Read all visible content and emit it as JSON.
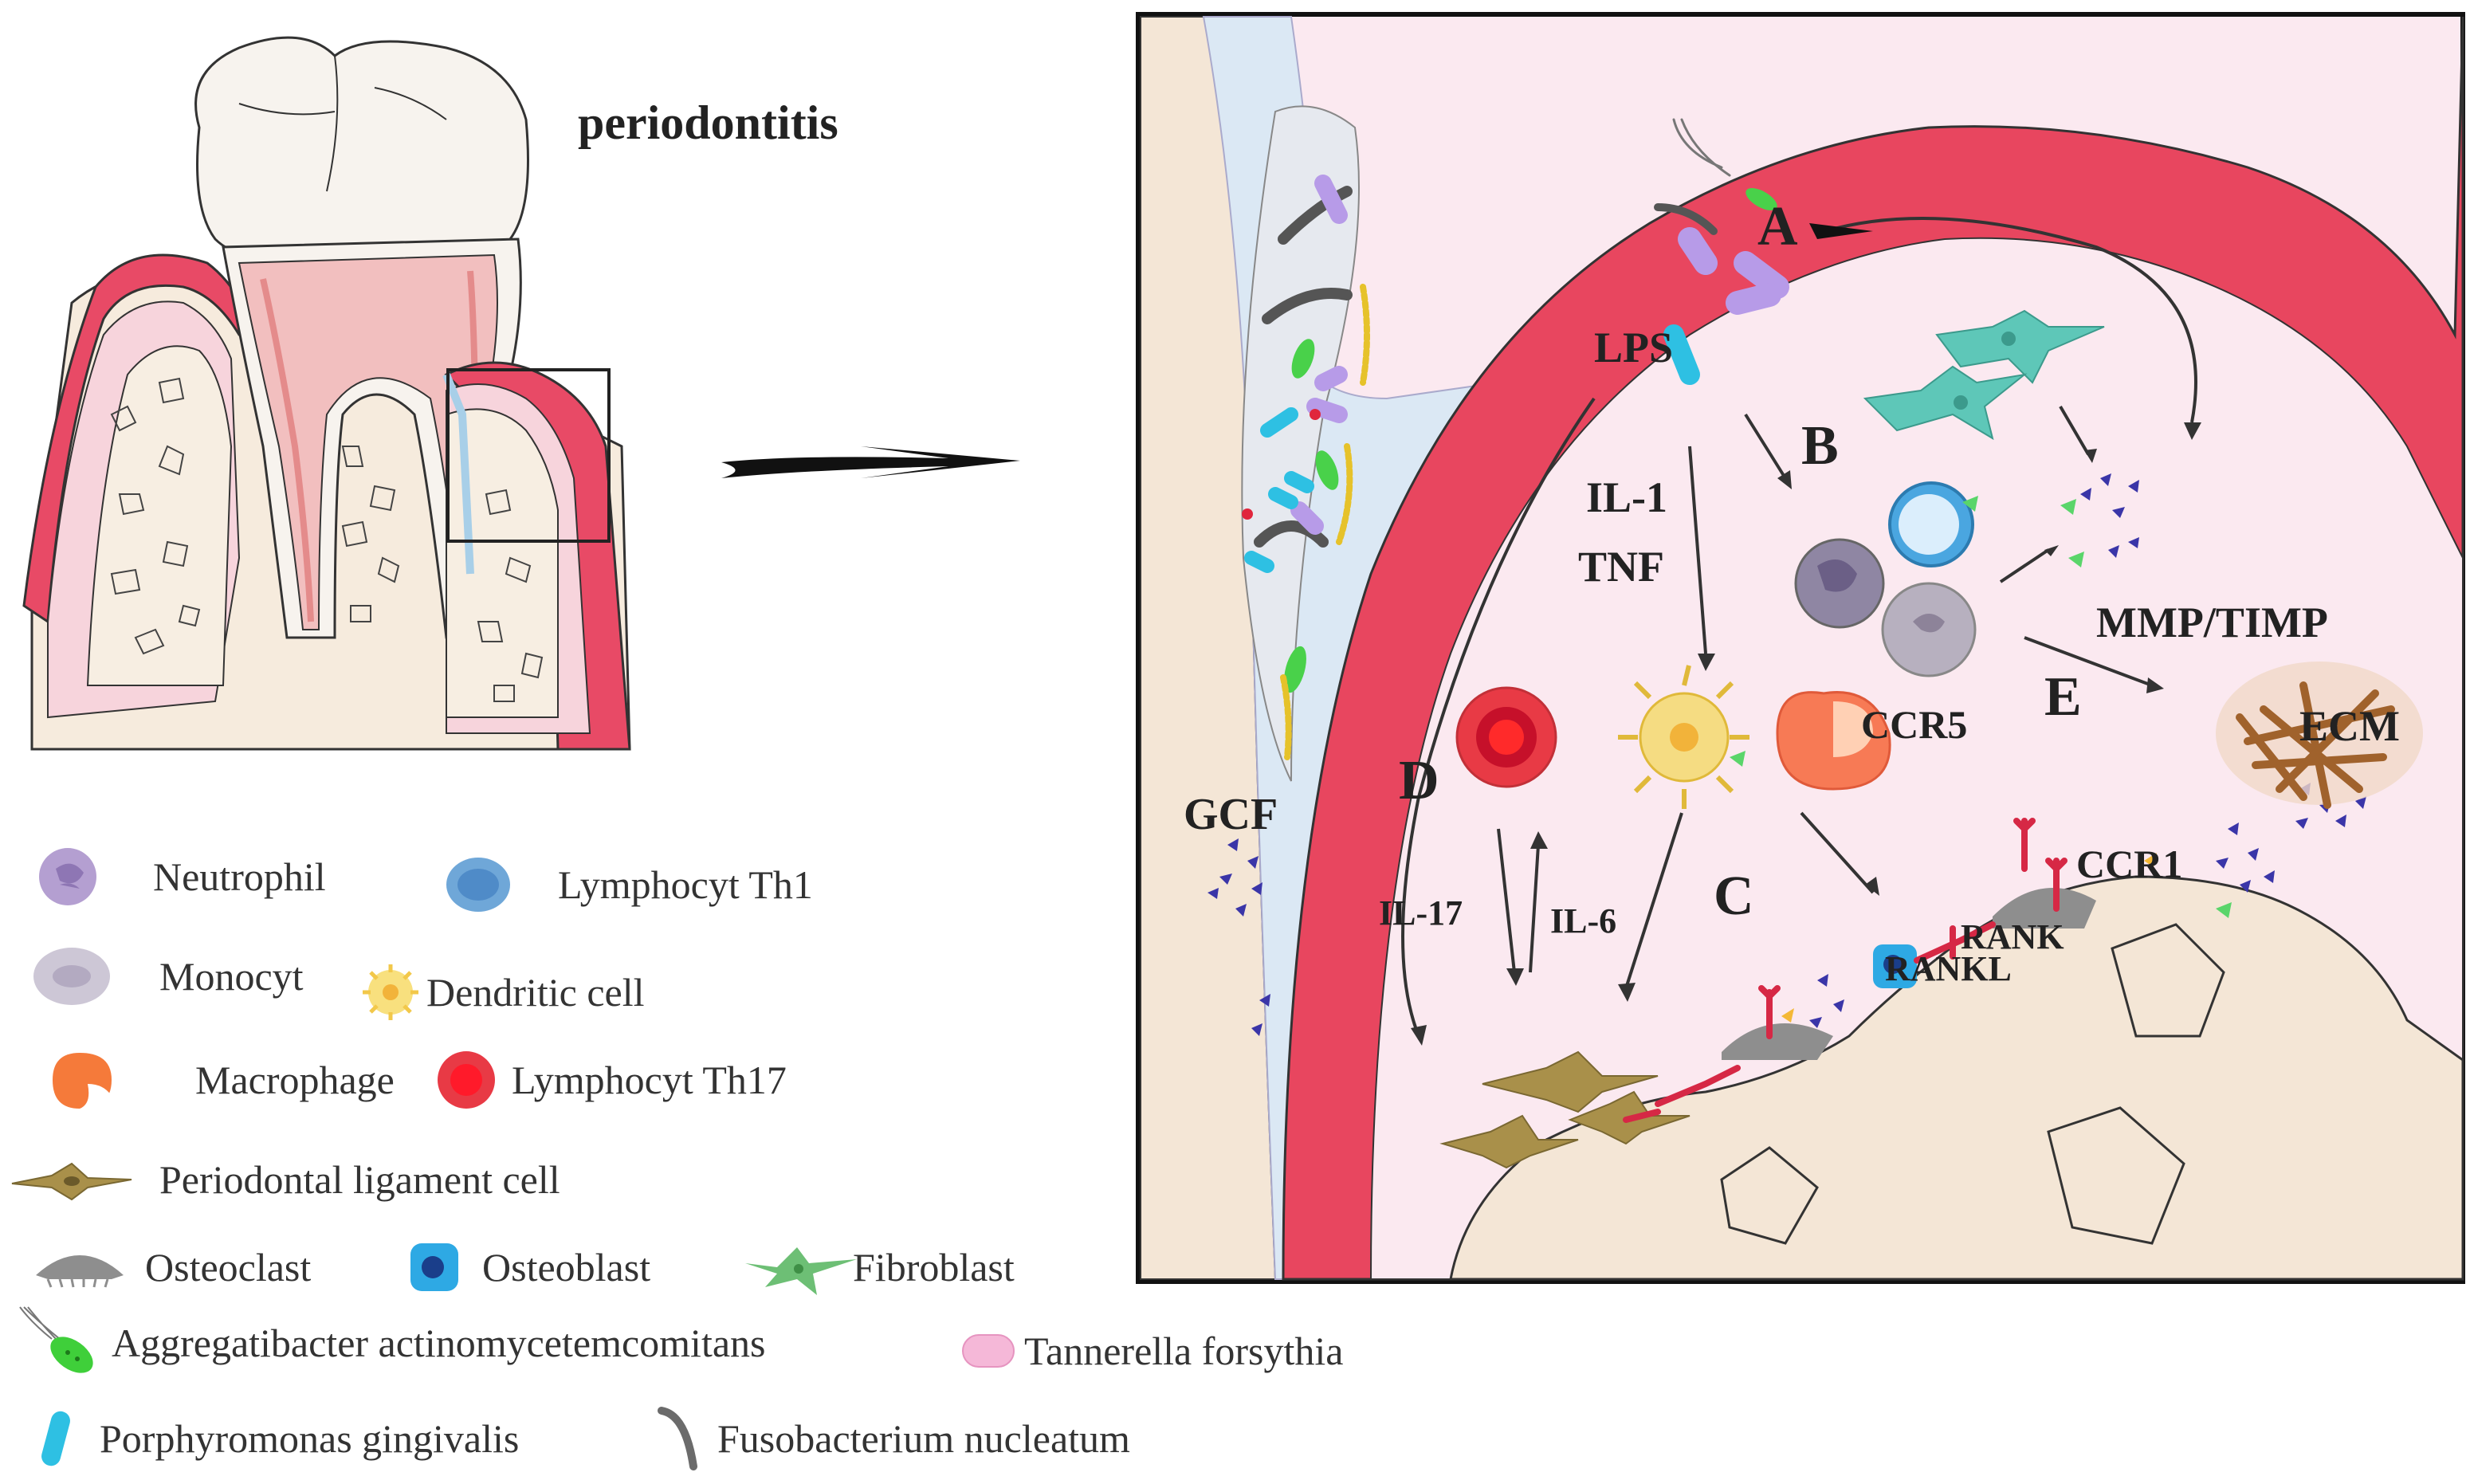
{
  "title": "periodontitis",
  "panel": {
    "labels": {
      "A": "A",
      "B": "B",
      "C": "C",
      "D": "D",
      "E": "E"
    },
    "lps": "LPS",
    "il1": "IL-1",
    "tnf": "TNF",
    "il17": "IL-17",
    "il6": "IL-6",
    "ccr5": "CCR5",
    "ccr1": "CCR1",
    "mmp": "MMP/TIMP",
    "ecm": "ECM",
    "gcf": "GCF",
    "rank": "RANK",
    "rankl": "RANKL"
  },
  "legend": [
    {
      "icon": "neutrophil-icon",
      "label": "Neutrophil"
    },
    {
      "icon": "lymphocyte-th1-icon",
      "label": "Lymphocyt Th1"
    },
    {
      "icon": "monocyte-icon",
      "label": "Monocyt"
    },
    {
      "icon": "dendritic-cell-icon",
      "label": "Dendritic cell"
    },
    {
      "icon": "macrophage-icon",
      "label": "Macrophage"
    },
    {
      "icon": "lymphocyte-th17-icon",
      "label": "Lymphocyt Th17"
    },
    {
      "icon": "periodontal-ligament-cell-icon",
      "label": "Periodontal ligament cell"
    },
    {
      "icon": "osteoclast-icon",
      "label": "Osteoclast"
    },
    {
      "icon": "osteoblast-icon",
      "label": "Osteoblast"
    },
    {
      "icon": "fibroblast-icon",
      "label": "Fibroblast"
    },
    {
      "icon": "aggregatibacter-icon",
      "label": "Aggregatibacter actinomycetemcomitans"
    },
    {
      "icon": "tannerella-icon",
      "label": "Tannerella forsythia"
    },
    {
      "icon": "porphyromonas-icon",
      "label": "Porphyromonas gingivalis"
    },
    {
      "icon": "fusobacterium-icon",
      "label": "Fusobacterium nucleatum"
    }
  ],
  "colors": {
    "gingiva": "#e8465f",
    "tissue": "#fbe9f0",
    "bone": "#f4e6d6",
    "enamel": "#f4f0ea",
    "gcf": "#d8e9f5",
    "ligament": "#a9904a",
    "osteoclast": "#8e8e8e"
  }
}
